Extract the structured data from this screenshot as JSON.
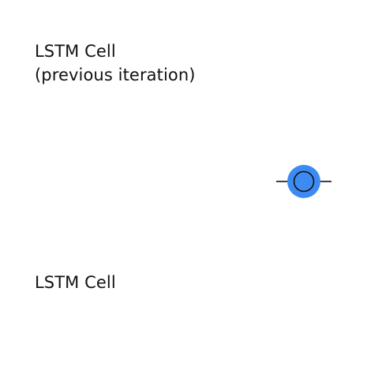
{
  "diagram": {
    "previous_cell": {
      "line1": "LSTM Cell",
      "line2": "(previous iteration)"
    },
    "current_cell": {
      "label": "LSTM Cell"
    },
    "connector": {
      "icon": "hidden-state-node-icon",
      "fill_color": "#3d8bf2",
      "stroke_color": "#111111"
    }
  }
}
